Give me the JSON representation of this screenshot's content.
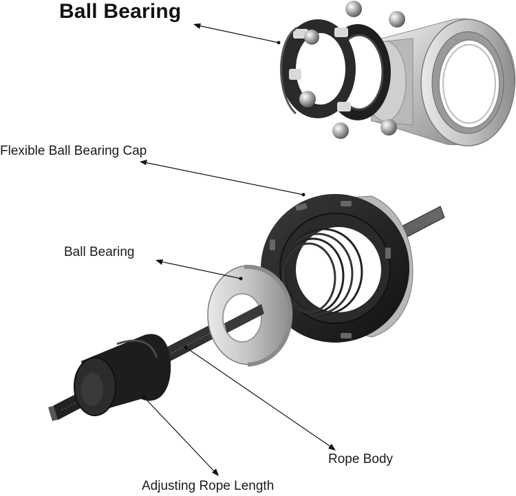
{
  "labels": {
    "title": "Ball Bearing",
    "cap": "Flexible Ball Bearing Cap",
    "ball_bearing": "Ball Bearing",
    "rope_body": "Rope Body",
    "adjusting": "Adjusting Rope Length"
  },
  "colors": {
    "ink": "#111111",
    "dark_part": "#1e1e1e",
    "silver": "#c9c9c9",
    "rod": "#3a3a3a"
  }
}
